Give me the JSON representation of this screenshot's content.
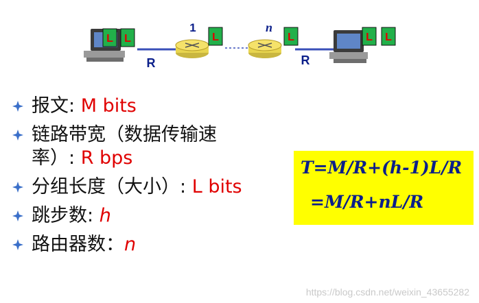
{
  "diagram": {
    "hop_first_label": "1",
    "hop_last_label": "n",
    "link_rate_left": "R",
    "link_rate_right": "R",
    "packet_letter": "L",
    "colors": {
      "packet_fill": "#22b04a",
      "packet_letter": "#e00000",
      "link": "#3a4fb8",
      "router": "#f5e26a"
    }
  },
  "bullets": [
    {
      "label": "报文: ",
      "value": "M bits"
    },
    {
      "label": "链路带宽（数据传输速率）: ",
      "value": "R bps"
    },
    {
      "label": "分组长度（大小）: ",
      "value": "L bits"
    },
    {
      "label": "跳步数: ",
      "value": "h"
    },
    {
      "label": "路由器数：",
      "value": "n"
    }
  ],
  "formula": {
    "line1": "T=M/R+(h-1)L/R",
    "line2": "=M/R+nL/R"
  },
  "watermark": "https://blog.csdn.net/weixin_43655282"
}
